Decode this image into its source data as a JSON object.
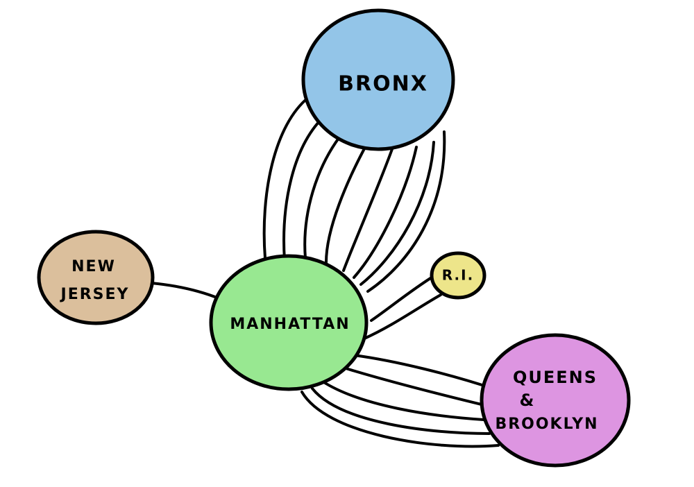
{
  "nodes": {
    "bronx": {
      "label": "BRONX",
      "color": "#93c5e8"
    },
    "manhattan": {
      "label": "MANHATTAN",
      "color": "#98e891"
    },
    "new_jersey": {
      "label_line1": "NEW",
      "label_line2": "JERSEY",
      "color": "#dbbf9c"
    },
    "ri": {
      "label": "R.I.",
      "color": "#ede58a"
    },
    "queens_brooklyn": {
      "label_line1": "QUEENS",
      "label_line2": "&",
      "label_line3": "BROOKLYN",
      "color": "#dd95e1"
    }
  },
  "edges": [
    {
      "from": "bronx",
      "to": "manhattan",
      "count": 8
    },
    {
      "from": "new_jersey",
      "to": "manhattan",
      "count": 1
    },
    {
      "from": "ri",
      "to": "manhattan",
      "count": 2
    },
    {
      "from": "queens_brooklyn",
      "to": "manhattan",
      "count": 5
    }
  ]
}
